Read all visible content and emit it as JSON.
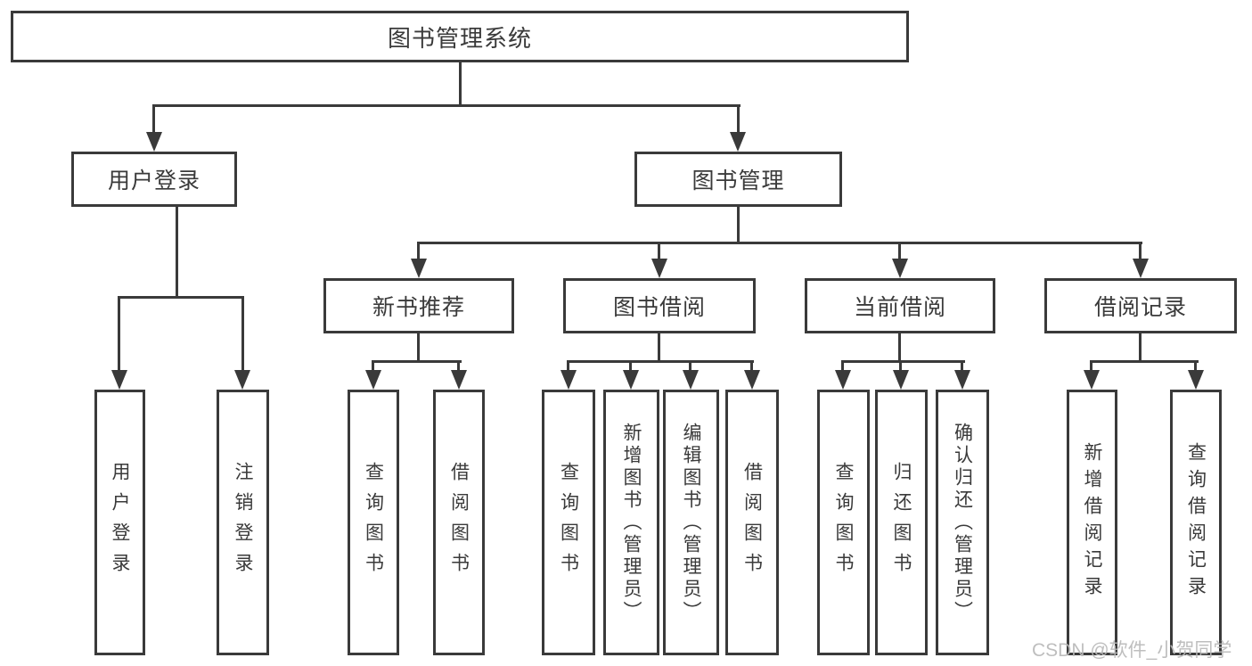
{
  "page": {
    "title": "图书管理系统"
  },
  "colors": {
    "line": "#3a3a3a",
    "text": "#3a3a3a",
    "background": "#ffffff",
    "watermark": "#b9b9b9"
  },
  "watermark": {
    "text": "CSDN @软件_小贺同学"
  },
  "diagram": {
    "type": "hierarchy-tree",
    "root": {
      "label": "图书管理系统",
      "children": [
        {
          "label": "用户登录",
          "children": [
            {
              "label": "用户登录"
            },
            {
              "label": "注销登录"
            }
          ]
        },
        {
          "label": "图书管理",
          "children": [
            {
              "label": "新书推荐",
              "children": [
                {
                  "label": "查询图书"
                },
                {
                  "label": "借阅图书"
                }
              ]
            },
            {
              "label": "图书借阅",
              "children": [
                {
                  "label": "查询图书"
                },
                {
                  "label": "新增图书（管理员）"
                },
                {
                  "label": "编辑图书（管理员）"
                },
                {
                  "label": "借阅图书"
                }
              ]
            },
            {
              "label": "当前借阅",
              "children": [
                {
                  "label": "查询图书"
                },
                {
                  "label": "归还图书"
                },
                {
                  "label": "确认归还（管理员）"
                }
              ]
            },
            {
              "label": "借阅记录",
              "children": [
                {
                  "label": "新增借阅记录"
                },
                {
                  "label": "查询借阅记录"
                }
              ]
            }
          ]
        }
      ]
    }
  }
}
